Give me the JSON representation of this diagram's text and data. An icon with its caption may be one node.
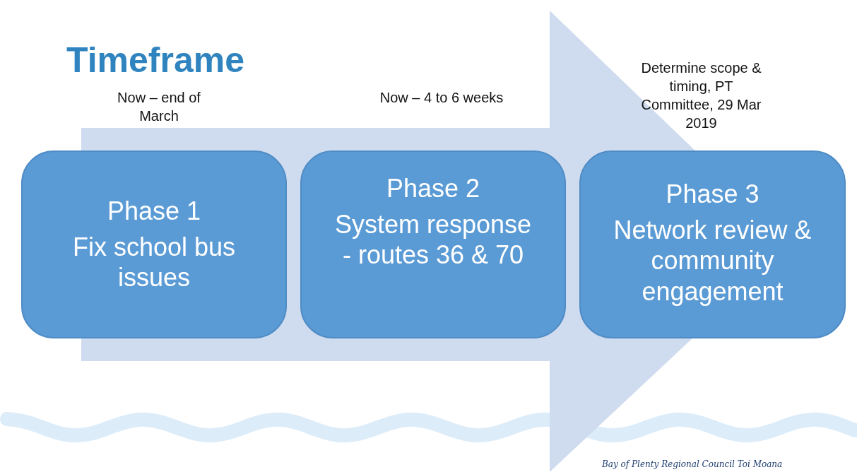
{
  "diagram": {
    "title": "Timeframe",
    "nodes": [
      {
        "text": [
          "Phase 1",
          "Fix school bus issues"
        ],
        "beside": [
          "Now – end of March"
        ]
      },
      {
        "text": [
          "Phase 2",
          "System response - routes 36 & 70"
        ],
        "beside": [
          "Now – 4 to 6 weeks"
        ]
      },
      {
        "text": [
          "Phase 3",
          "Network review & community engagement"
        ],
        "beside": [
          "Determine scope & timing, PT Committee, 29 Mar 2019"
        ]
      }
    ],
    "edges": [
      {
        "from": 0,
        "to": 2,
        "arrow": "to",
        "style": "thick"
      }
    ],
    "labels": [
      "Bay of Plenty Regional Council Toi Moana"
    ]
  }
}
